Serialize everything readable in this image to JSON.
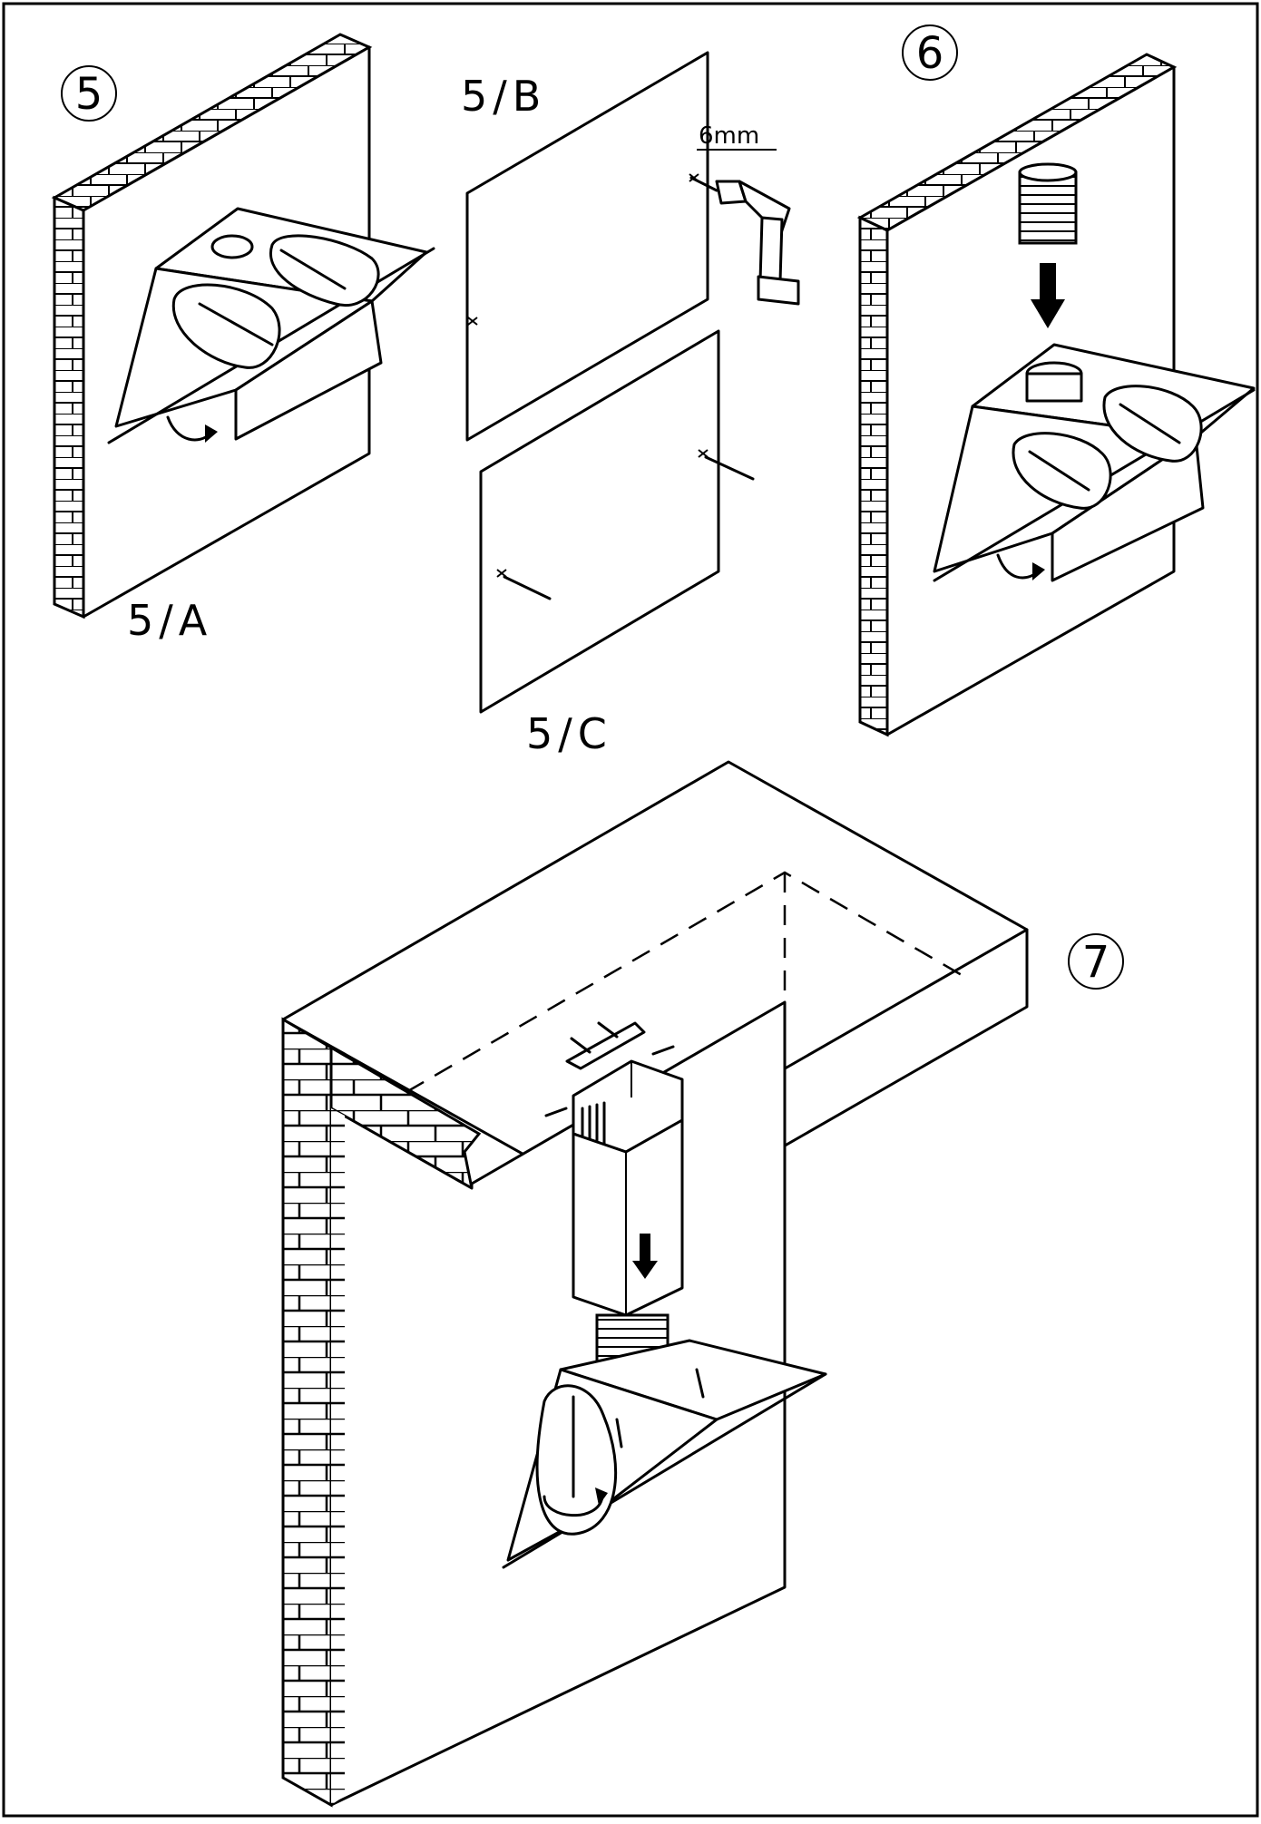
{
  "labels": {
    "step5": "5",
    "step6": "6",
    "step7": "7",
    "fig5a": "5/A",
    "fig5b": "5/B",
    "fig5c": "5/C",
    "drill_size": "6mm"
  },
  "colors": {
    "line": "#000000",
    "background": "#ffffff"
  },
  "icons": [
    "drill-icon",
    "screw-icon",
    "duct-icon",
    "down-arrow-icon",
    "rotate-arrow-icon"
  ]
}
